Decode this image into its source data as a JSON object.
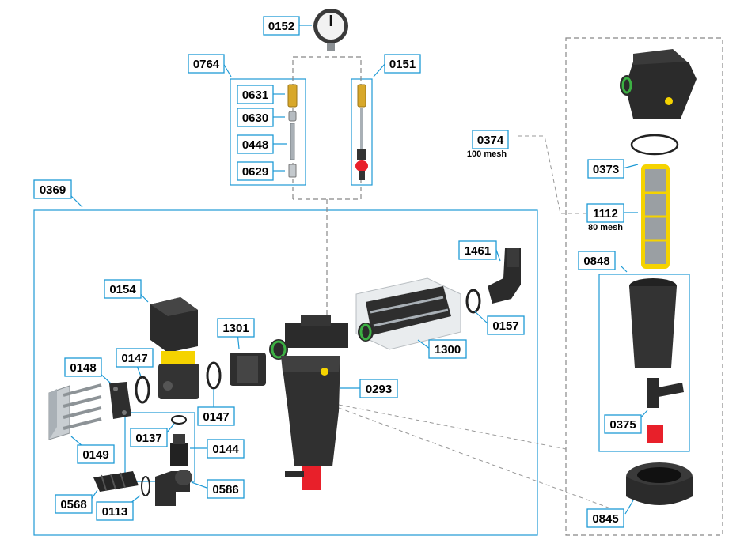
{
  "colors": {
    "accent": "#1e9ad6",
    "part_dark": "#2b2b2b",
    "part_mid": "#454545",
    "brass": "#d8a82a",
    "yellow": "#f5d300",
    "green": "#3cb043",
    "red": "#e8202a",
    "steel": "#a9b0b6"
  },
  "labels": {
    "p0152": "0152",
    "p0764": "0764",
    "p0151": "0151",
    "p0631": "0631",
    "p0630": "0630",
    "p0448": "0448",
    "p0629": "0629",
    "p0369": "0369",
    "p0374": "0374",
    "p0374_sub": "100 mesh",
    "p0373": "0373",
    "p1112": "1112",
    "p1112_sub": "80 mesh",
    "p0848": "0848",
    "p1461": "1461",
    "p0154": "0154",
    "p0157": "0157",
    "p1301": "1301",
    "p1300": "1300",
    "p0148": "0148",
    "p0147a": "0147",
    "p0147b": "0147",
    "p0293": "0293",
    "p0137": "0137",
    "p0144": "0144",
    "p0149": "0149",
    "p0586": "0586",
    "p0568": "0568",
    "p0113": "0113",
    "p0375": "0375",
    "p0845": "0845"
  }
}
